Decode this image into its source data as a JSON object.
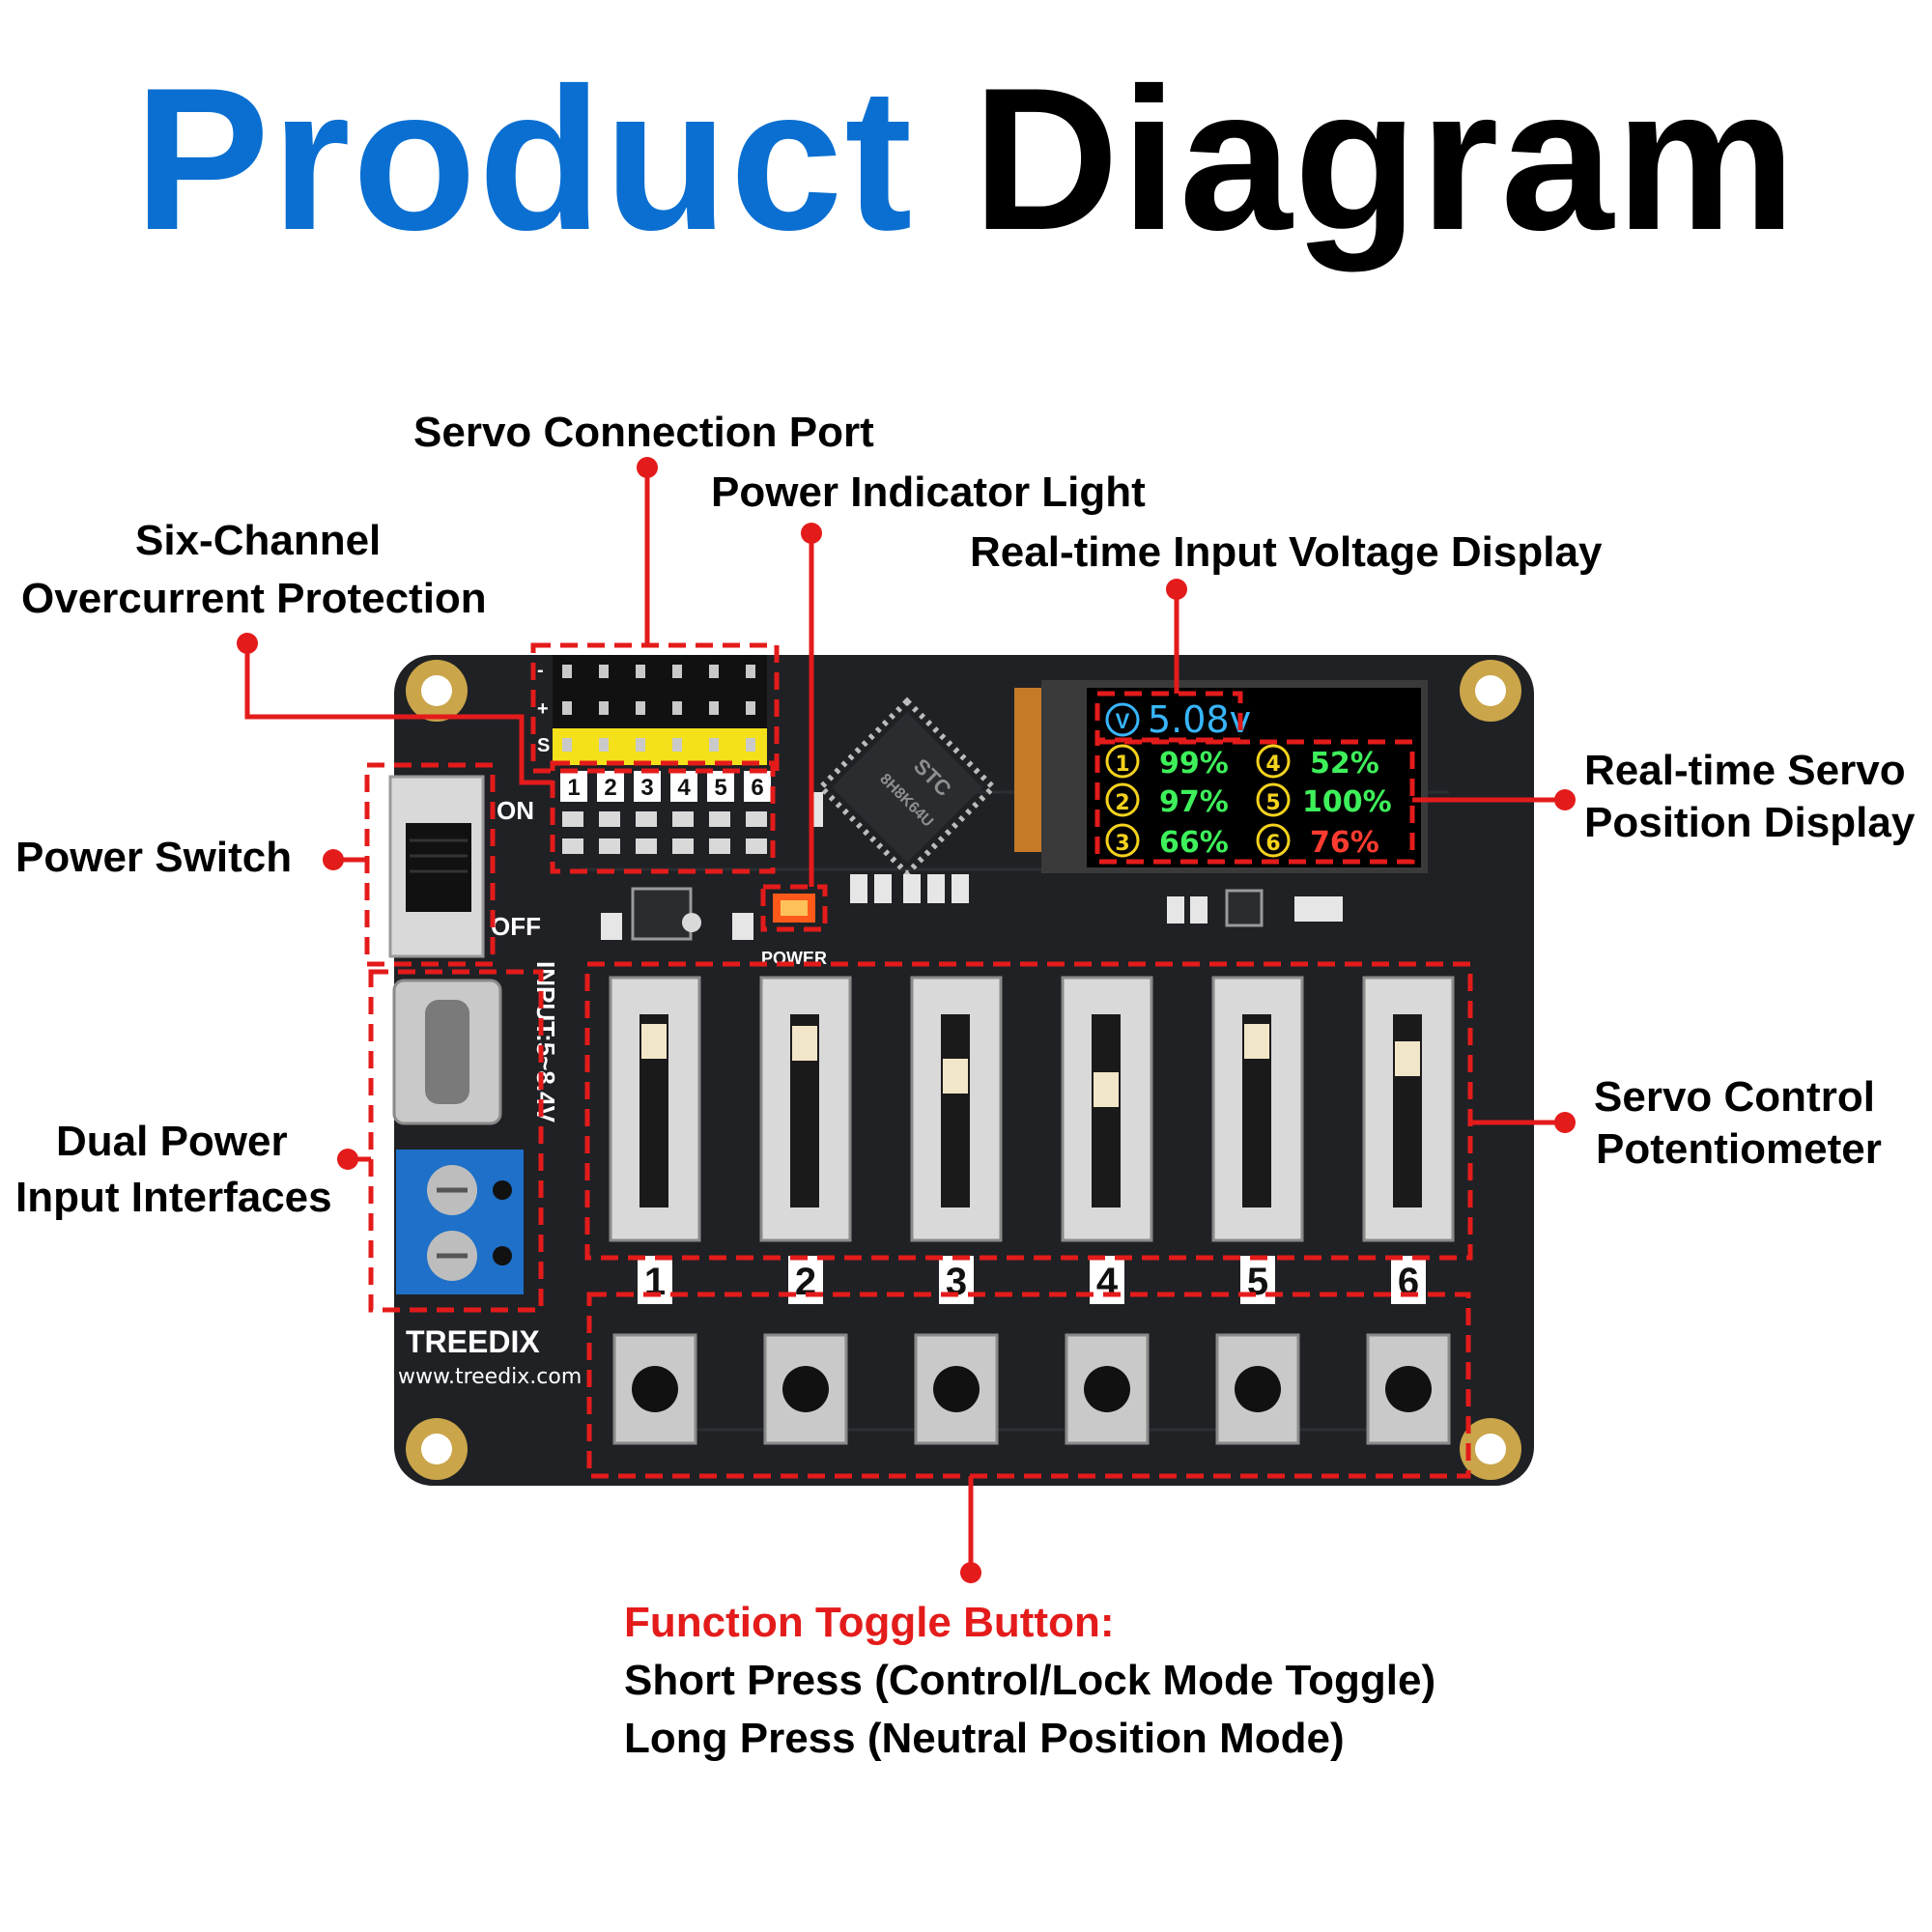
{
  "title": {
    "part1": "Product",
    "part2": "Diagram"
  },
  "labels": {
    "servo_port": "Servo Connection Port",
    "power_light": "Power Indicator Light",
    "voltage_display": "Real-time Input Voltage Display",
    "overcurrent_line1": "Six-Channel",
    "overcurrent_line2": "Overcurrent Protection",
    "servo_position_line1": "Real-time Servo",
    "servo_position_line2": "Position Display",
    "power_switch": "Power Switch",
    "dual_power_line1": "Dual Power",
    "dual_power_line2": "Input Interfaces",
    "potentiometer_line1": "Servo Control",
    "potentiometer_line2": "Potentiometer",
    "toggle_title": "Function Toggle Button:",
    "toggle_short": "Short Press (Control/Lock Mode Toggle)",
    "toggle_long": "Long Press (Neutral Position Mode)"
  },
  "board": {
    "brand": "TREEDIX",
    "website": "www.treedix.com",
    "on_label": "ON",
    "off_label": "OFF",
    "power_label": "POWER",
    "input_label": "INPUT:5~8.4V",
    "chip_label_1": "STC",
    "chip_label_2": "8H8K64U",
    "pin_minus": "-",
    "pin_plus": "+",
    "pin_s": "S",
    "channel_numbers": [
      "1",
      "2",
      "3",
      "4",
      "5",
      "6"
    ]
  },
  "screen": {
    "voltage_icon": "V",
    "voltage": "5.08v",
    "channels": [
      {
        "num": "1",
        "value": "99%",
        "color": "#3ef05a"
      },
      {
        "num": "2",
        "value": "97%",
        "color": "#3ef05a"
      },
      {
        "num": "3",
        "value": "66%",
        "color": "#3ef05a"
      },
      {
        "num": "4",
        "value": "52%",
        "color": "#3ef05a"
      },
      {
        "num": "5",
        "value": "100%",
        "color": "#3ef05a"
      },
      {
        "num": "6",
        "value": "76%",
        "color": "#ff3b30"
      }
    ]
  },
  "colors": {
    "title_blue": "#0a6fd1",
    "callout_red": "#e41b1b",
    "board": "#1f2124",
    "screen_cyan": "#38b6ff",
    "screen_yellow": "#f4d21d"
  }
}
